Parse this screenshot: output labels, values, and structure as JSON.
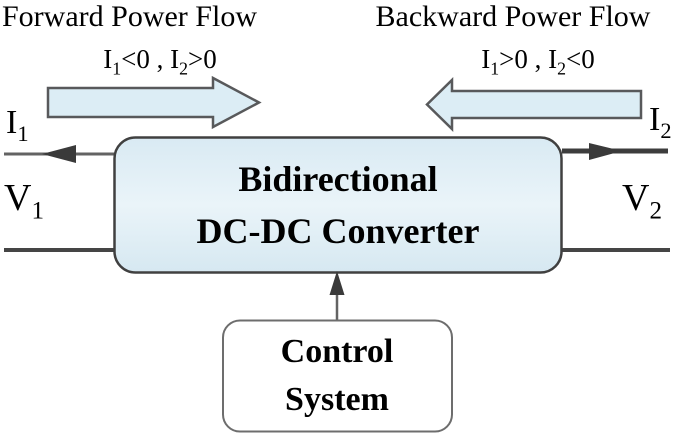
{
  "flows": {
    "forward": {
      "title": "Forward Power Flow",
      "condition": {
        "parts": [
          "I",
          "1",
          "<0 , I",
          "2",
          ">0"
        ]
      }
    },
    "backward": {
      "title": "Backward Power Flow",
      "condition": {
        "parts": [
          "I",
          "1",
          ">0 , I",
          "2",
          "<0"
        ]
      }
    }
  },
  "ports": {
    "i1": {
      "base": "I",
      "sub": "1"
    },
    "i2": {
      "base": "I",
      "sub": "2"
    },
    "v1": {
      "base": "V",
      "sub": "1"
    },
    "v2": {
      "base": "V",
      "sub": "2"
    }
  },
  "converter": {
    "line1": "Bidirectional",
    "line2": "DC-DC Converter"
  },
  "control": {
    "line1": "Control",
    "line2": "System"
  },
  "colors": {
    "arrow_fill": "#dcedf5",
    "arrow_stroke": "#58595b",
    "converter_fill_top": "#d9eaf3",
    "converter_fill_mid": "#eaf4f9",
    "converter_fill_bottom": "#d6e8f1",
    "converter_stroke": "#404040",
    "control_fill": "#ffffff",
    "control_stroke": "#6d6d6d",
    "wire": "#636363",
    "wire_dark": "#3d3d3d",
    "wire_bottom": "#454545",
    "arrowhead": "#3a3a3a",
    "text": "#000000"
  }
}
